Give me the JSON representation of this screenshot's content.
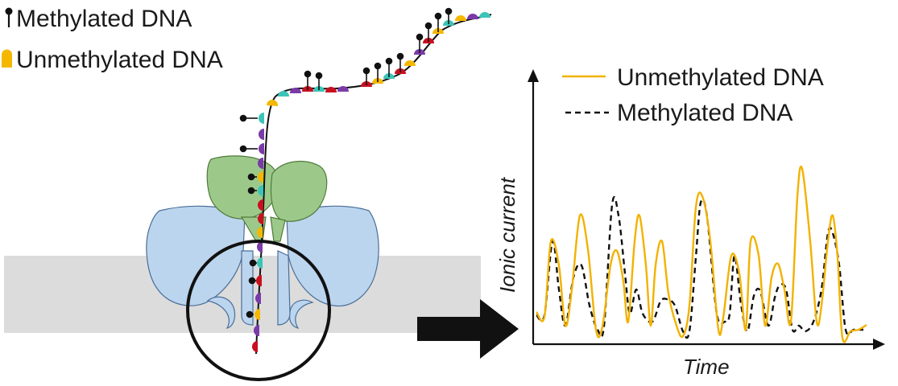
{
  "legend_top_left": {
    "methylated_label": "Methylated  DNA",
    "unmethylated_label": "Unmethylated  DNA"
  },
  "plot": {
    "legend_unmethylated": "Unmethylated  DNA",
    "legend_methylated": "Methylated  DNA",
    "xlabel": "Time",
    "ylabel": "Ionic current"
  },
  "colors": {
    "membrane": "#dcdcdc",
    "pore_blue": "#bcd5ee",
    "pore_green": "#9cc98a",
    "unmethylated_trace": "#f2b200",
    "methylated_trace": "#111111",
    "base_yellow": "#f5b800",
    "base_red": "#c8101f",
    "base_teal": "#3cc4b8",
    "base_purple": "#7a3aa8"
  },
  "icons": {
    "methyl_mark": "lollipop-icon",
    "base_mark": "half-disc-icon",
    "flow_arrow": "right-arrow-icon"
  }
}
